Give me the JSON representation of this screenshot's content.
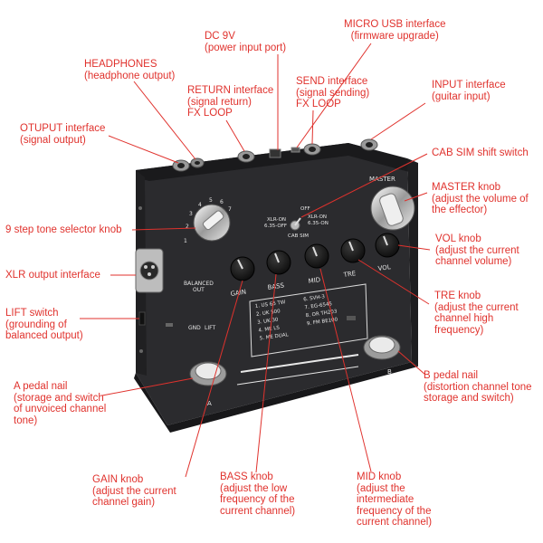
{
  "colors": {
    "annotation": "#e0322d",
    "pedal_body": "#222224",
    "pedal_top": "#2d2d30",
    "knob": "#161616",
    "chrome": "#d8d8d8"
  },
  "pedal": {
    "cab_sim": {
      "off": "OFF",
      "xlr_on_left": "XLR-ON",
      "off_635_left": "6.35-OFF",
      "xlr_on_right": "XLR-ON",
      "on_635_right": "6.35-ON",
      "title": "CAB SIM"
    },
    "master": "MASTER",
    "balanced_out": [
      "BALANCED",
      "OUT"
    ],
    "gnd_lift": [
      "GND",
      "LIFT"
    ],
    "knob_labels": [
      "GAIN",
      "BASS",
      "MID",
      "TRE",
      "VOL"
    ],
    "selector_numbers": [
      "1",
      "2",
      "3",
      "4",
      "5",
      "6",
      "7"
    ],
    "models_left": [
      "1. US 65 TW",
      "2. UK 500",
      "3. UK 30",
      "4. ME LS",
      "5. ME DUAL"
    ],
    "models_right": [
      "6. SVH-3",
      "7. EG-6545",
      "8. OR TH203",
      "9. FM BE100"
    ],
    "footswitch_a": "A",
    "footswitch_b": "B"
  },
  "annotations": {
    "dc9v": [
      "DC 9V",
      "(power input port)"
    ],
    "micro_usb": [
      "MICRO USB interface",
      "(firmware upgrade)"
    ],
    "headphones": [
      "HEADPHONES",
      "(headphone output)"
    ],
    "return": [
      "RETURN interface",
      "(signal return)",
      "FX LOOP"
    ],
    "send": [
      "SEND interface",
      "(signal sending)",
      "FX LOOP"
    ],
    "input": [
      "INPUT interface",
      "(guitar input)"
    ],
    "output": [
      "OTUPUT interface",
      "(signal output)"
    ],
    "cab_sim_switch": [
      "CAB SIM shift switch"
    ],
    "master_knob": [
      "MASTER knob",
      "(adjust the volume of",
      "the effector)"
    ],
    "tone_selector": [
      "9 step tone selector knob"
    ],
    "vol_knob": [
      "VOL knob",
      "(adjust the current",
      "channel volume)"
    ],
    "xlr": [
      "XLR output interface"
    ],
    "tre_knob": [
      "TRE knob",
      "(adjust the current",
      "channel high",
      "frequency)"
    ],
    "lift_switch": [
      "LIFT switch",
      "(grounding of",
      "balanced output)"
    ],
    "pedal_a": [
      "A pedal nail",
      "(storage and switch",
      "of unvoiced channel",
      "tone)"
    ],
    "pedal_b": [
      "B pedal nail",
      "(distortion channel tone",
      "storage and switch)"
    ],
    "gain_knob": [
      "GAIN knob",
      "(adjust the current",
      "channel gain)"
    ],
    "bass_knob": [
      "BASS knob",
      "(adjust the low",
      "frequency of the",
      "current channel)"
    ],
    "mid_knob": [
      "MID knob",
      "(adjust the",
      "intermediate",
      "frequency of the",
      "current channel)"
    ]
  }
}
